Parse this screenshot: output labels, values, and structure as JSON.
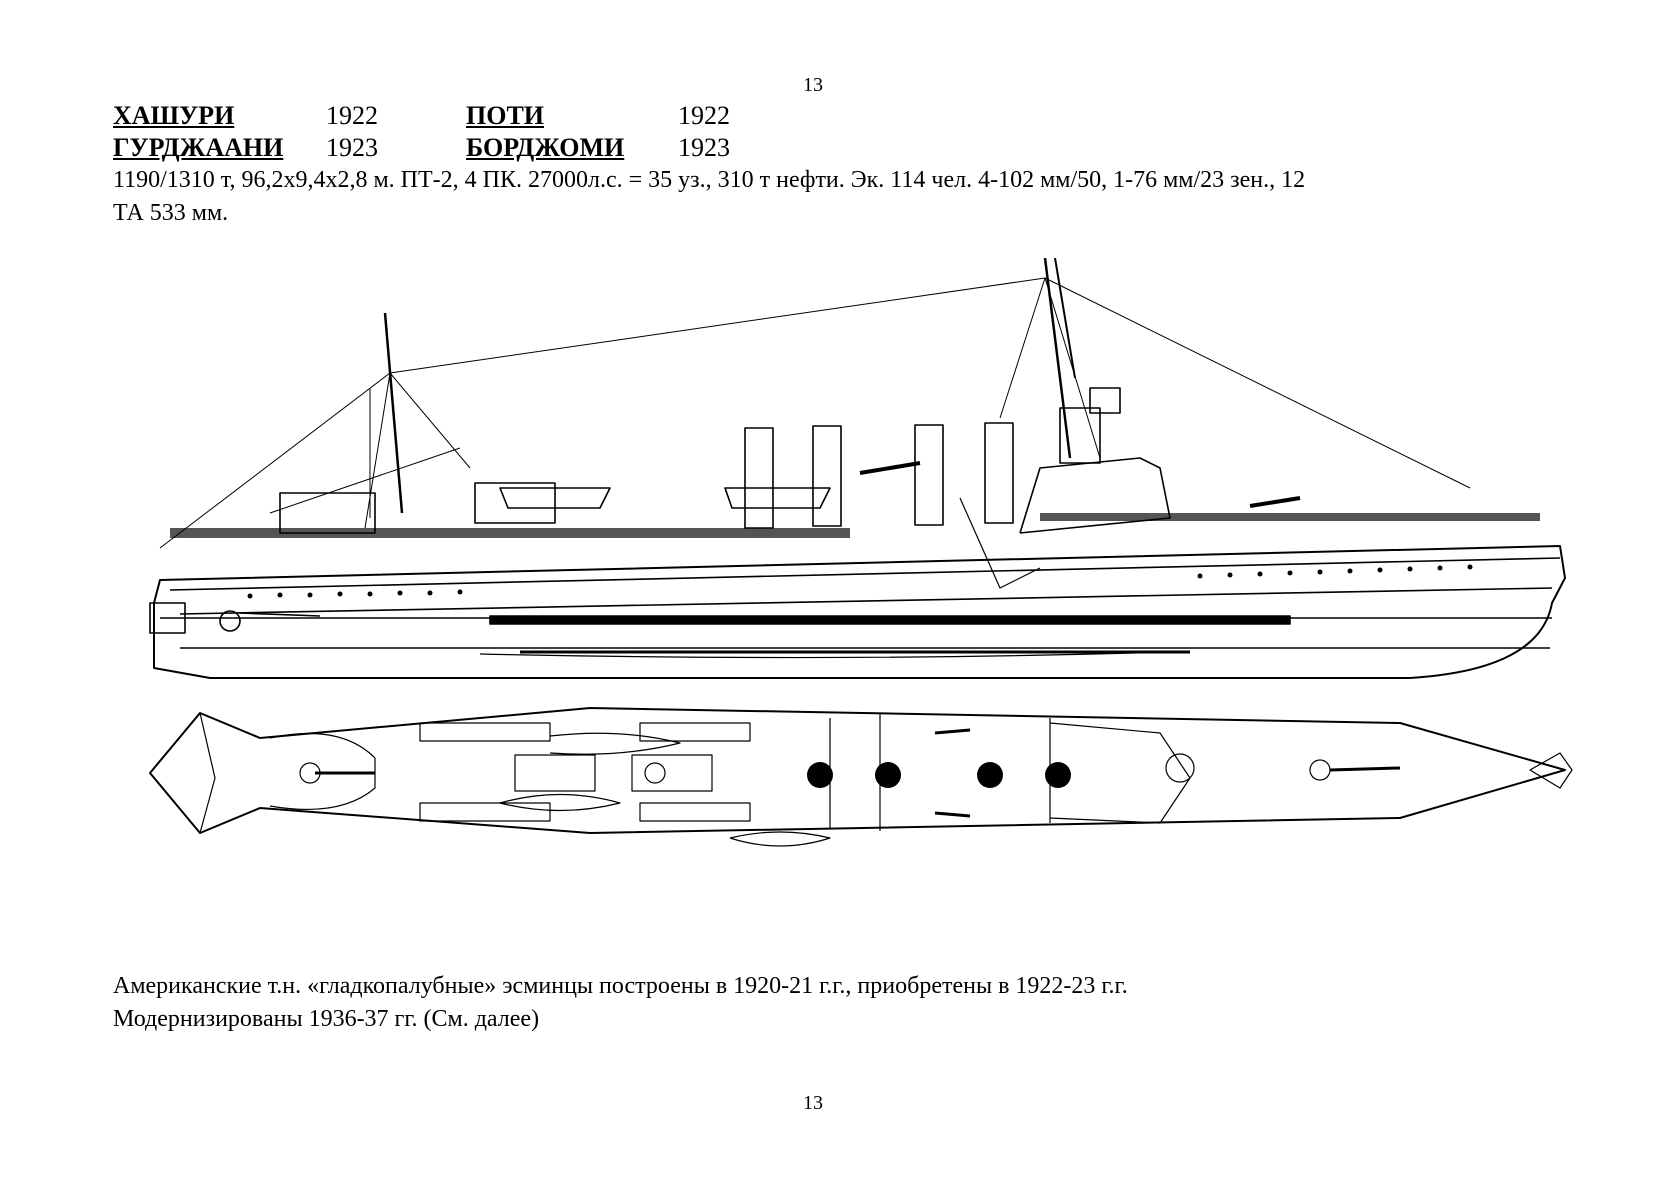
{
  "page_number_top": "13",
  "page_number_bottom": "13",
  "ships": [
    {
      "name": "ХАШУРИ",
      "year": "1922",
      "name2": "ПОТИ",
      "year2": "1922"
    },
    {
      "name": "ГУРДЖААНИ",
      "year": "1923",
      "name2": "БОРДЖОМИ",
      "year2": "1923"
    }
  ],
  "specs": {
    "line1": "1190/1310 т, 96,2x9,4x2,8 м. ПТ-2, 4 ПК. 27000л.с. = 35 уз., 310 т нефти. Эк. 114 чел. 4-102 мм/50, 1-76 мм/23 зен., 12",
    "line2": "ТА 533 мм."
  },
  "caption": {
    "line1": "Американские т.н. «гладкопалубные» эсминцы построены в 1920-21 г.г., приобретены в 1922-23 г.г.",
    "line2": "Модернизированы  1936-37 гг. (См. далее)"
  }
}
